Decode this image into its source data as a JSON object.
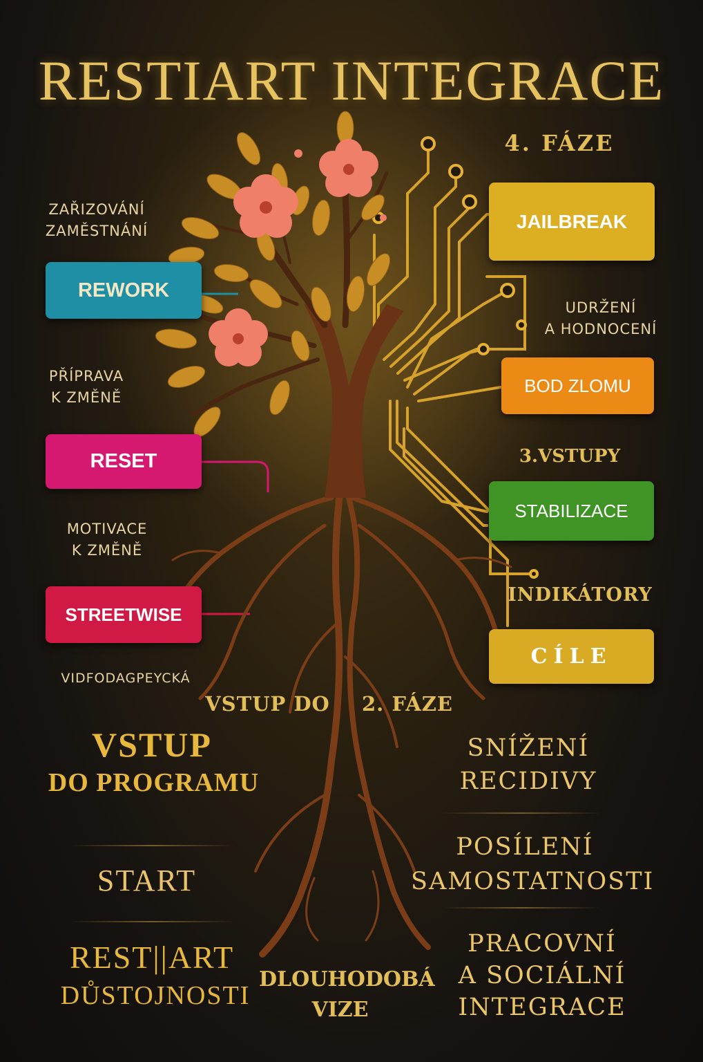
{
  "title": "RESTIART INTEGRACE",
  "boxes": {
    "rework": "REWORK",
    "reset": "RESET",
    "streetwise": "STREETWISE",
    "jailbreak": "JAILBREAK",
    "bod_zlomu": "BOD ZLOMU",
    "stabilizace": "STABILIZACE",
    "cile": "CÍLE"
  },
  "labels": {
    "zarizovani_1": "ZAŘIZOVÁNÍ",
    "zarizovani_2": "ZAMĚSTNÁNÍ",
    "priprava_1": "PŘÍPRAVA",
    "priprava_2": "K ZMĚNĚ",
    "motivace_1": "MOTIVACE",
    "motivace_2": "K ZMĚNĚ",
    "vidfo": "VIDFODAGPEYCKÁ",
    "faze4": "4. FÁZE",
    "udrzeni_1": "UDRŽENÍ",
    "udrzeni_2": "A HODNOCENÍ",
    "vstupy3": "3.VSTUPY",
    "indikatory": "INDIKÁTORY",
    "vstup_do": "VSTUP DO",
    "faze2": "2. FÁZE"
  },
  "bottom_left": {
    "vstup": "VSTUP",
    "do_programu": "DO PROGRAMU",
    "start": "START",
    "restart": "REST||ART",
    "dustojnosti": "DŮSTOJNOSTI"
  },
  "bottom_center": {
    "line1": "DLOUHODOBÁ",
    "line2": "VIZE"
  },
  "bottom_right": {
    "snizeni_1": "SNÍŽENÍ",
    "snizeni_2": "RECIDIVY",
    "posileni_1": "POSÍLENÍ",
    "posileni_2": "SAMOSTATNOSTI",
    "pracovni_1": "PRACOVNÍ",
    "pracovni_2": "A SOCIÁLNÍ",
    "pracovni_3": "INTEGRACE"
  },
  "colors": {
    "gold": "#e7c261",
    "rework": "#1f8fa5",
    "reset": "#d51870",
    "streetwise": "#d01a45",
    "jailbreak": "#dcae22",
    "bod_zlomu": "#ec8a16",
    "stabilizace": "#3f9425",
    "cile": "#d9aa24"
  }
}
